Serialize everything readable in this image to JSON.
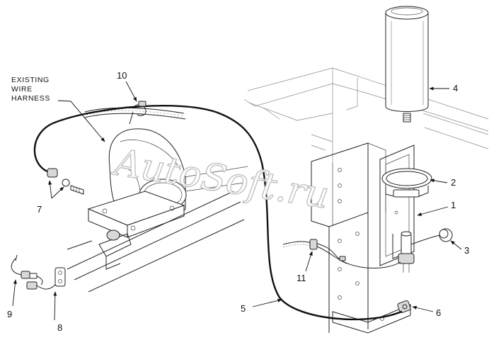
{
  "diagram": {
    "note_label": [
      "EXISTING",
      "WIRE",
      "HARNESS"
    ],
    "part_labels": {
      "p1": "1",
      "p2": "2",
      "p3": "3",
      "p4": "4",
      "p5": "5",
      "p6": "6",
      "p7": "7",
      "p8": "8",
      "p9": "9",
      "p10": "10",
      "p11": "11"
    },
    "watermark": "AutoSoft.ru"
  }
}
